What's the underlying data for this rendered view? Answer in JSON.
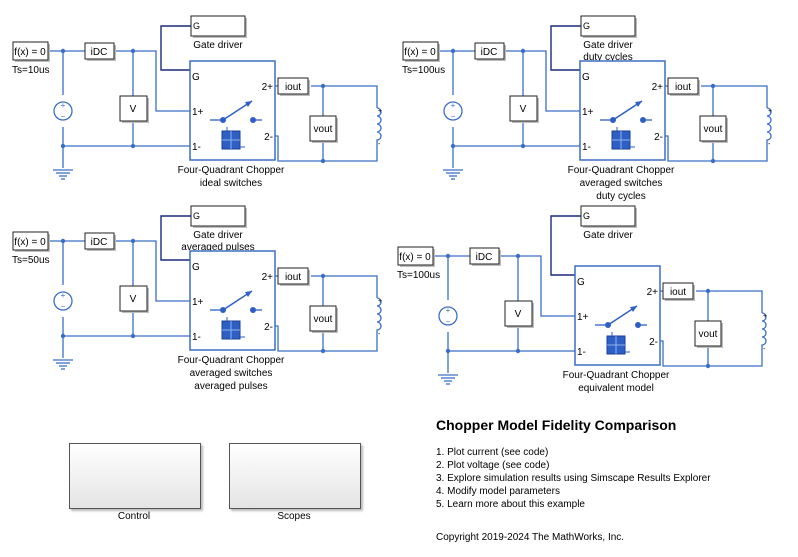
{
  "colors": {
    "wire": "#3b6fc6",
    "block_border": "#3b6fc6",
    "switch_blue": "#2e5fc5",
    "dark_line": "#1a2a7a",
    "text": "#000000"
  },
  "models": [
    {
      "source_label": "f(x) = 0",
      "sample_time": "Ts=10us",
      "idc_label": "iDC",
      "voltmeter_label": "V",
      "gate_block_label": "G",
      "gate_caption": [
        "Gate driver"
      ],
      "chopper_ports": {
        "g": "G",
        "in_pos": "1+",
        "in_neg": "1-",
        "out_pos": "2+",
        "out_neg": "2-"
      },
      "chopper_caption": [
        "Four-Quadrant Chopper",
        "ideal switches"
      ],
      "iout_label": "iout",
      "vout_label": "vout",
      "load_plus": "+",
      "load_minus": "-"
    },
    {
      "source_label": "f(x) = 0",
      "sample_time": "Ts=100us",
      "idc_label": "iDC",
      "voltmeter_label": "V",
      "gate_block_label": "G",
      "gate_caption": [
        "Gate driver",
        "duty cycles"
      ],
      "chopper_ports": {
        "g": "G",
        "in_pos": "1+",
        "in_neg": "1-",
        "out_pos": "2+",
        "out_neg": "2-"
      },
      "chopper_caption": [
        "Four-Quadrant Chopper",
        "averaged switches",
        "duty cycles"
      ],
      "iout_label": "iout",
      "vout_label": "vout",
      "load_plus": "+",
      "load_minus": "-"
    },
    {
      "source_label": "f(x) = 0",
      "sample_time": "Ts=50us",
      "idc_label": "iDC",
      "voltmeter_label": "V",
      "gate_block_label": "G",
      "gate_caption": [
        "Gate driver",
        "averaged pulses"
      ],
      "chopper_ports": {
        "g": "G",
        "in_pos": "1+",
        "in_neg": "1-",
        "out_pos": "2+",
        "out_neg": "2-"
      },
      "chopper_caption": [
        "Four-Quadrant Chopper",
        "averaged switches",
        "averaged pulses"
      ],
      "iout_label": "iout",
      "vout_label": "vout",
      "load_plus": "+",
      "load_minus": "-"
    },
    {
      "source_label": "f(x) = 0",
      "sample_time": "Ts=100us",
      "idc_label": "iDC",
      "voltmeter_label": "V",
      "gate_block_label": "G",
      "gate_caption": [
        "Gate driver"
      ],
      "chopper_ports": {
        "g": "G",
        "in_pos": "1+",
        "in_neg": "1-",
        "out_pos": "2+",
        "out_neg": "2-"
      },
      "chopper_caption": [
        "Four-Quadrant Chopper",
        "equivalent model"
      ],
      "iout_label": "iout",
      "vout_label": "vout",
      "load_plus": "+",
      "load_minus": "-"
    }
  ],
  "subsystems": {
    "control_label": "Control",
    "scopes_label": "Scopes"
  },
  "info": {
    "title": "Chopper Model Fidelity Comparison",
    "items": [
      "1. Plot current (see code)",
      "2. Plot voltage (see code)",
      "3. Explore simulation results using Simscape Results Explorer",
      "4. Modify model parameters",
      "5. Learn more about this example"
    ],
    "copyright": "Copyright 2019-2024 The MathWorks, Inc."
  }
}
